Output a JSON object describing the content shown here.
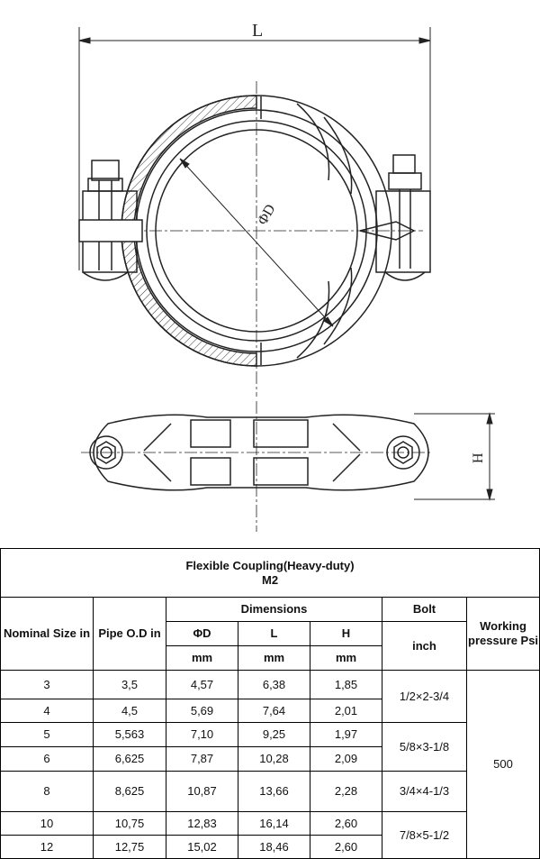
{
  "drawing": {
    "dimension_labels": {
      "length": "L",
      "diameter": "ΦD",
      "height": "H"
    }
  },
  "table": {
    "title": "Flexible Coupling(Heavy-duty)",
    "model": "M2",
    "headers": {
      "nominal_size": "Nominal Size in",
      "pipe_od": "Pipe O.D  in",
      "dimensions": "Dimensions",
      "bolt": "Bolt",
      "bolt_unit": "inch",
      "working_pressure": "Working pressure Psi",
      "phi_d": "ΦD",
      "l": "L",
      "h": "H",
      "mm": "mm"
    },
    "rows": [
      {
        "nominal": "3",
        "od": "3,5",
        "d": "4,57",
        "l": "6,38",
        "h": "1,85"
      },
      {
        "nominal": "4",
        "od": "4,5",
        "d": "5,69",
        "l": "7,64",
        "h": "2,01"
      },
      {
        "nominal": "5",
        "od": "5,563",
        "d": "7,10",
        "l": "9,25",
        "h": "1,97"
      },
      {
        "nominal": "6",
        "od": "6,625",
        "d": "7,87",
        "l": "10,28",
        "h": "2,09"
      },
      {
        "nominal": "8",
        "od": "8,625",
        "d": "10,87",
        "l": "13,66",
        "h": "2,28"
      },
      {
        "nominal": "10",
        "od": "10,75",
        "d": "12,83",
        "l": "16,14",
        "h": "2,60"
      },
      {
        "nominal": "12",
        "od": "12,75",
        "d": "15,02",
        "l": "18,46",
        "h": "2,60"
      }
    ],
    "bolts": [
      "1/2×2-3/4",
      "5/8×3-1/8",
      "3/4×4-1/3",
      "7/8×5-1/2"
    ],
    "pressure": "500"
  }
}
